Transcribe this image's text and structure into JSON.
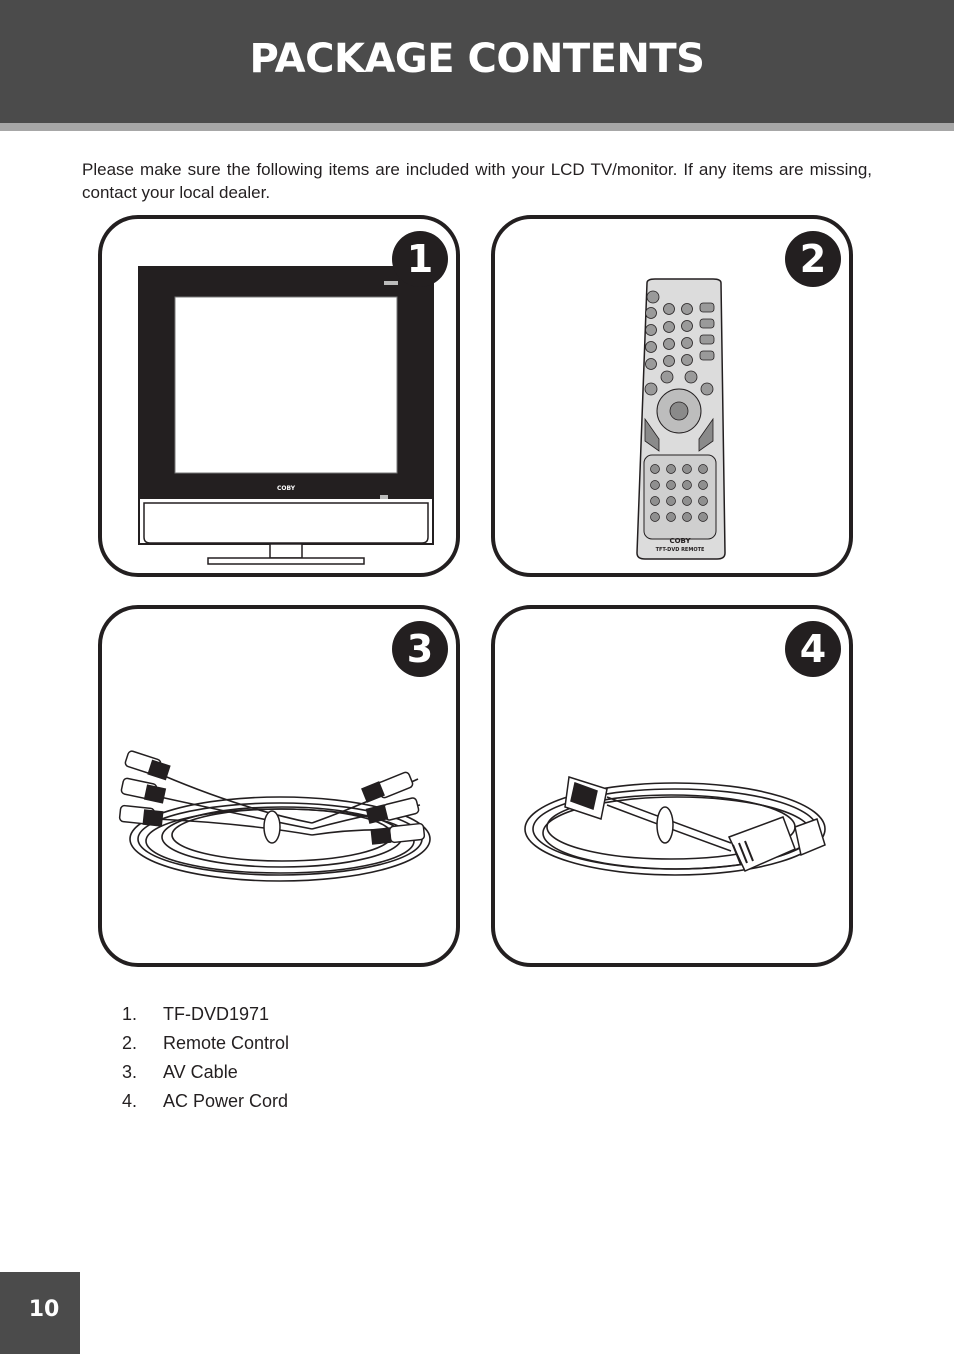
{
  "header": {
    "title": "PACKAGE CONTENTS"
  },
  "intro": "Please make sure the following items are included with your LCD TV/monitor. If any items are missing, contact your local dealer.",
  "panels": [
    {
      "badge": "1",
      "brand": "COBY"
    },
    {
      "badge": "2",
      "brand": "COBY",
      "model": "TFT-DVD REMOTE"
    },
    {
      "badge": "3"
    },
    {
      "badge": "4"
    }
  ],
  "contents": [
    {
      "number": "1.",
      "label": "TF-DVD1971"
    },
    {
      "number": "2.",
      "label": "Remote Control"
    },
    {
      "number": "3.",
      "label": "AV Cable"
    },
    {
      "number": "4.",
      "label": "AC Power Cord"
    }
  ],
  "footer": {
    "page_number": "10"
  },
  "colors": {
    "header_bg": "#4b4b4b",
    "stripe": "#a7a7a7",
    "ink": "#231f20"
  }
}
